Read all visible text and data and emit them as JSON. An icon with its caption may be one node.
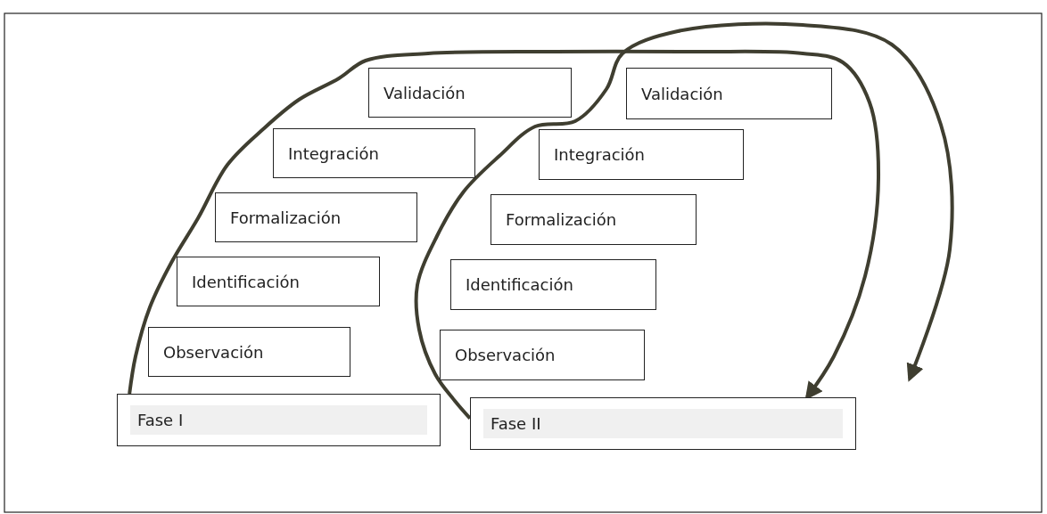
{
  "diagram": {
    "nodes": [
      {
        "text": [
          "Validación"
        ]
      },
      {
        "text": [
          "Integración"
        ]
      },
      {
        "text": [
          "Formalización"
        ]
      },
      {
        "text": [
          "Identificación"
        ]
      },
      {
        "text": [
          "Observación"
        ]
      },
      {
        "text": [
          "Fase I"
        ]
      },
      {
        "text": [
          "Validación"
        ]
      },
      {
        "text": [
          "Integración"
        ]
      },
      {
        "text": [
          "Formalización"
        ]
      },
      {
        "text": [
          "Identificación"
        ]
      },
      {
        "text": [
          "Observación"
        ]
      },
      {
        "text": [
          "Fase II"
        ]
      }
    ],
    "edges": [
      {
        "from": 5,
        "to": 11,
        "arrow": "to"
      },
      {
        "from": 11,
        "to": null,
        "arrow": "to"
      }
    ]
  }
}
